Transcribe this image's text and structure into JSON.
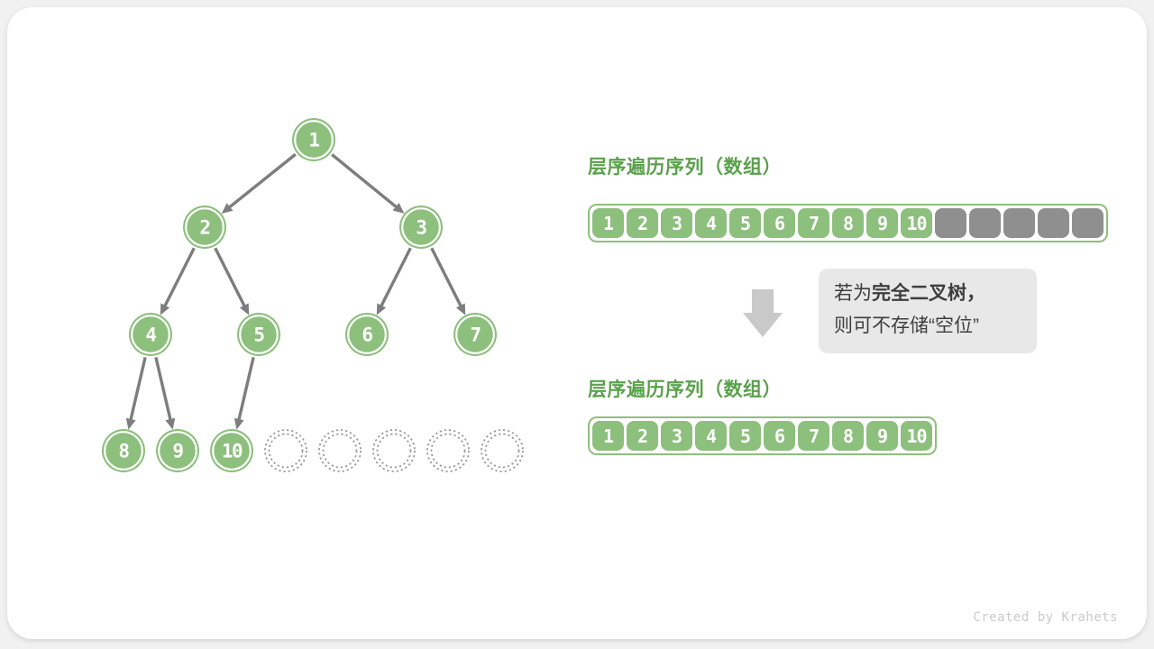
{
  "watermark": "Created by Krahets",
  "colors": {
    "canvas_bg": "#f1f1f1",
    "card_bg": "#ffffff",
    "node_green": "#8dbf7d",
    "label_green": "#5aa14c",
    "empty_gray": "#8f8f8f",
    "edge_gray": "#7d7d7d",
    "dotted_gray": "#9a9a9a",
    "big_arrow_gray": "#c9c9c9",
    "note_bg": "#e8e8e8",
    "note_text": "#3e3e3e",
    "watermark_gray": "#cbcbcb"
  },
  "tree": {
    "node_values": [
      "1",
      "2",
      "3",
      "4",
      "5",
      "6",
      "7",
      "8",
      "9",
      "10"
    ],
    "empty_slot_count": 5
  },
  "top_section": {
    "label": "层序遍历序列（数组）",
    "array_values": [
      "1",
      "2",
      "3",
      "4",
      "5",
      "6",
      "7",
      "8",
      "9",
      "10"
    ],
    "empty_cell_count": 5
  },
  "note": {
    "line1_prefix": "若为",
    "line1_bold": "完全二叉树，",
    "line2": "则可不存储“空位”"
  },
  "bottom_section": {
    "label": "层序遍历序列（数组）",
    "array_values": [
      "1",
      "2",
      "3",
      "4",
      "5",
      "6",
      "7",
      "8",
      "9",
      "10"
    ],
    "empty_cell_count": 0
  }
}
